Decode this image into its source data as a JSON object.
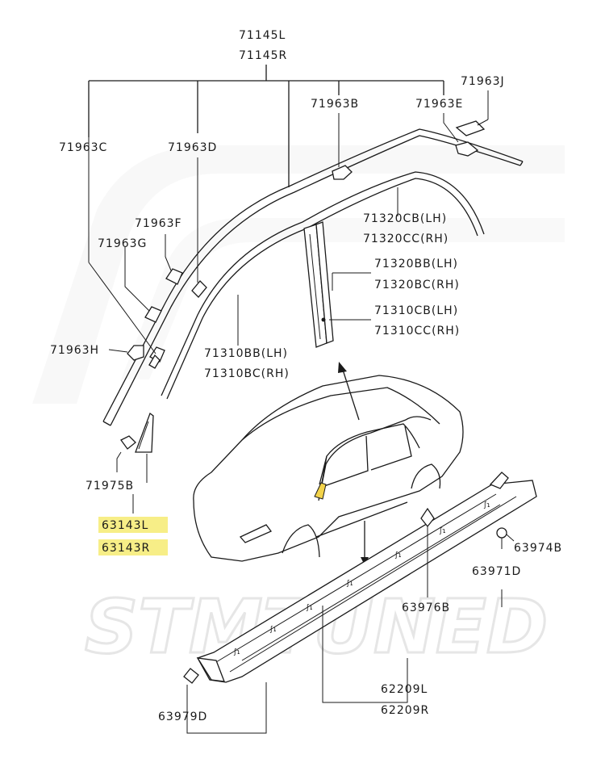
{
  "labels": {
    "p71145": [
      "71145L",
      "71145R"
    ],
    "p71963J": "71963J",
    "p71963B": "71963B",
    "p71963E": "71963E",
    "p71963C": "71963C",
    "p71963D": "71963D",
    "p71963F": "71963F",
    "p71963G": "71963G",
    "p71963H": "71963H",
    "p71320": [
      "71320CB(LH)",
      "71320CC(RH)"
    ],
    "p71320B": [
      "71320BB(LH)",
      "71320BC(RH)"
    ],
    "p71310C": [
      "71310CB(LH)",
      "71310CC(RH)"
    ],
    "p71310B": [
      "71310BB(LH)",
      "71310BC(RH)"
    ],
    "p71975B": "71975B",
    "p63143": [
      "63143L",
      "63143R"
    ],
    "p63974B": "63974B",
    "p63971D": "63971D",
    "p63976B": "63976B",
    "p62209": [
      "62209L",
      "62209R"
    ],
    "p63979D": "63979D"
  },
  "watermark": "STMTUNED",
  "highlight_color": "#f6ec7a"
}
